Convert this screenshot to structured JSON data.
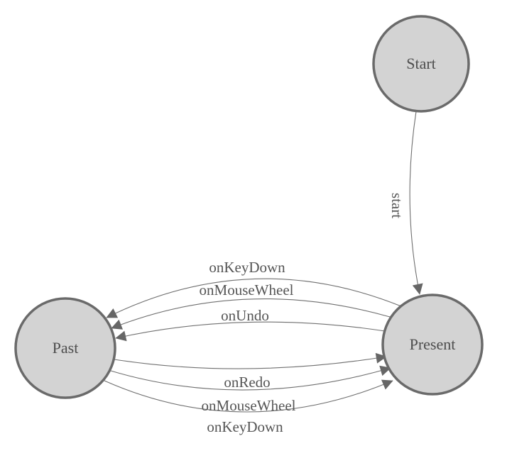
{
  "diagram": {
    "nodes": [
      {
        "id": "start",
        "label": "Start"
      },
      {
        "id": "present",
        "label": "Present"
      },
      {
        "id": "past",
        "label": "Past"
      }
    ],
    "edges": [
      {
        "from": "start",
        "to": "present",
        "label": "start"
      },
      {
        "from": "present",
        "to": "past",
        "label": "onKeyDown"
      },
      {
        "from": "present",
        "to": "past",
        "label": "onMouseWheel"
      },
      {
        "from": "present",
        "to": "past",
        "label": "onUndo"
      },
      {
        "from": "past",
        "to": "present",
        "label": "onRedo"
      },
      {
        "from": "past",
        "to": "present",
        "label": "onMouseWheel"
      },
      {
        "from": "past",
        "to": "present",
        "label": "onKeyDown"
      }
    ],
    "colors": {
      "node_fill": "#d3d3d3",
      "node_stroke": "#6a6a6a",
      "edge_stroke": "#6f6f6f",
      "arrow_fill": "#666666",
      "label_color": "#555555",
      "background": "#ffffff"
    }
  }
}
